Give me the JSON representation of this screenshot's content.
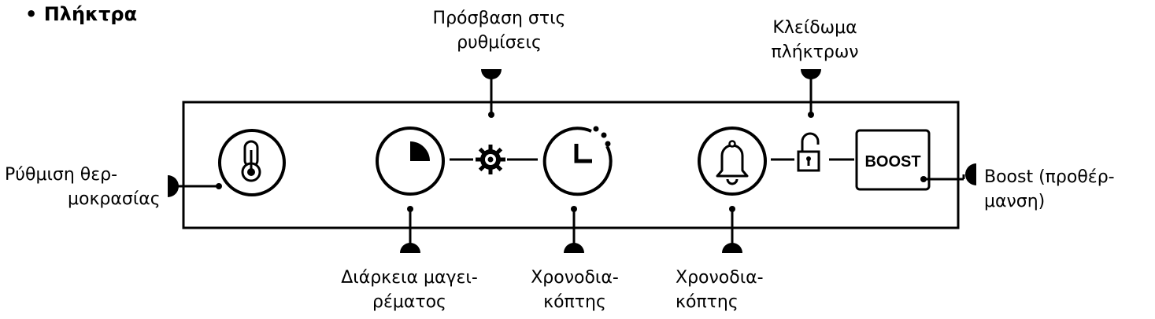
{
  "heading": "• Πλήκτρα",
  "labels": {
    "temperature": [
      "Ρύθμιση θερ-",
      "μοκρασίας"
    ],
    "settings": [
      "Πρόσβαση στις",
      "ρυθμίσεις"
    ],
    "key_lock": [
      "Κλείδωμα",
      "πλήκτρων"
    ],
    "boost": [
      "Boost (προθέρ-",
      "μανση)"
    ],
    "cooking_duration": [
      "Διάρκεια μαγει-",
      "ρέματος"
    ],
    "timer": [
      "Χρονοδια-",
      "κόπτης"
    ],
    "minute_minder": [
      "Χρονοδια-",
      "κόπτης"
    ]
  },
  "boost_key_text": "BOOST",
  "icons": {
    "temperature": "thermometer-icon",
    "cooking_duration": "pie-clock-icon",
    "settings": "gear-icon",
    "timer": "clock-icon",
    "minute_minder": "bell-icon",
    "key_lock": "padlock-open-icon"
  },
  "colors": {
    "line": "#000000",
    "background": "#ffffff"
  }
}
